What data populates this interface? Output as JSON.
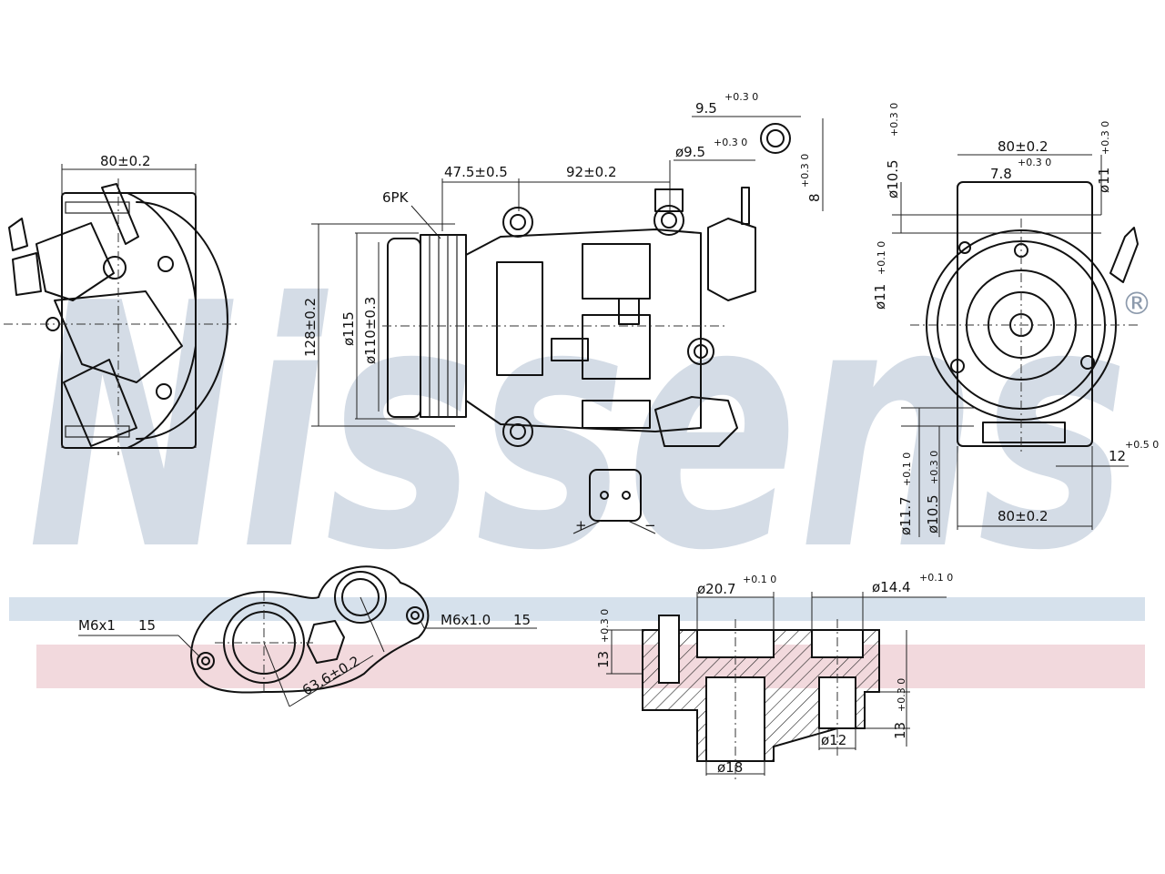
{
  "brand": {
    "watermark": "Nissens",
    "mark": "®"
  },
  "colors": {
    "watermark": "#d4dce6",
    "stripe_blue": "#d6e1ec",
    "stripe_red": "#f2d9dd",
    "ink": "#111111"
  },
  "labels": {
    "left_width": "80±0.2",
    "belt": "6PK",
    "dim_47": "47.5±0.5",
    "dim_92": "92±0.2",
    "dim_95_top": "9.5",
    "dim_95_top_tol": "+0.3 0",
    "dim_d95": "ø9.5",
    "dim_d95_tol": "+0.3 0",
    "dim_8": "8",
    "dim_8_tol": "+0.3 0",
    "dim_128": "128±0.2",
    "dim_115": "ø115",
    "dim_110": "ø110±0.3",
    "conn_plus": "+",
    "conn_minus": "−",
    "right_width_top": "80±0.2",
    "dim_78": "7.8",
    "dim_78_tol": "+0.3 0",
    "dim_105_top": "ø10.5",
    "dim_105_top_tol": "+0.3 0",
    "dim_11_top": "ø11",
    "dim_11_top_tol": "+0.3 0",
    "dim_11_mid": "ø11",
    "dim_11_mid_tol": "+0.1 0",
    "dim_12": "12",
    "dim_12_tol": "+0.5 0",
    "dim_117": "ø11.7",
    "dim_117_tol": "+0.1 0",
    "dim_105_bot": "ø10.5",
    "dim_105_bot_tol": "+0.3 0",
    "right_width_bot": "80±0.2",
    "m6_left": "M6x1",
    "m6_left_depth": "15",
    "m6_right": "M6x1.0",
    "m6_right_depth": "15",
    "dim_636": "63.6±0.2",
    "dim_207": "ø20.7",
    "dim_207_tol": "+0.1 0",
    "dim_144": "ø14.4",
    "dim_144_tol": "+0.1 0",
    "dim_13_left": "13",
    "dim_13_left_tol": "+0.3 0",
    "dim_13_right": "13",
    "dim_13_right_tol": "+0.3 0",
    "dim_18": "ø18",
    "dim_12b": "ø12"
  }
}
